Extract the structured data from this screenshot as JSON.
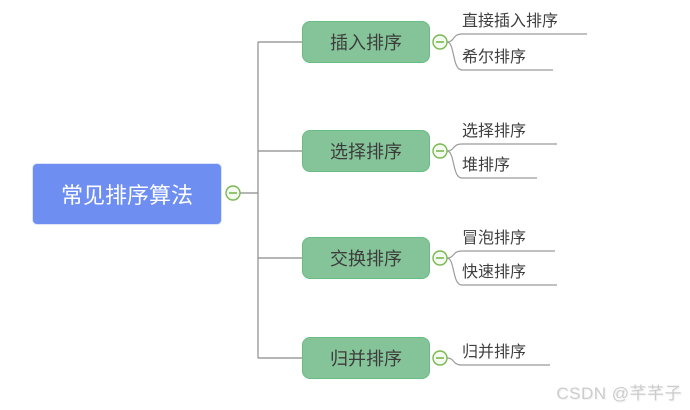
{
  "diagram": {
    "type": "mindmap",
    "root": {
      "label": "常见排序算法"
    },
    "branches": [
      {
        "label": "插入排序",
        "children": [
          {
            "label": "直接插入排序"
          },
          {
            "label": "希尔排序"
          }
        ]
      },
      {
        "label": "选择排序",
        "children": [
          {
            "label": "选择排序"
          },
          {
            "label": "堆排序"
          }
        ]
      },
      {
        "label": "交换排序",
        "children": [
          {
            "label": "冒泡排序"
          },
          {
            "label": "快速排序"
          }
        ]
      },
      {
        "label": "归并排序",
        "children": [
          {
            "label": "归并排序"
          }
        ]
      }
    ],
    "collapse_toggle_symbol": "minus"
  },
  "palette": {
    "root_bg": "#6e8ef2",
    "root_text": "#ffffff",
    "branch_bg": "#85c398",
    "branch_border": "#67bd82",
    "node_text": "#3c3c3c",
    "connector_line": "#8b8b8b",
    "leaf_line": "#9b9b9b",
    "toggle_border": "#79b851",
    "toggle_fill": "#f3faef",
    "watermark_color": "#cccccc"
  },
  "watermark": "CSDN @芊芊子"
}
